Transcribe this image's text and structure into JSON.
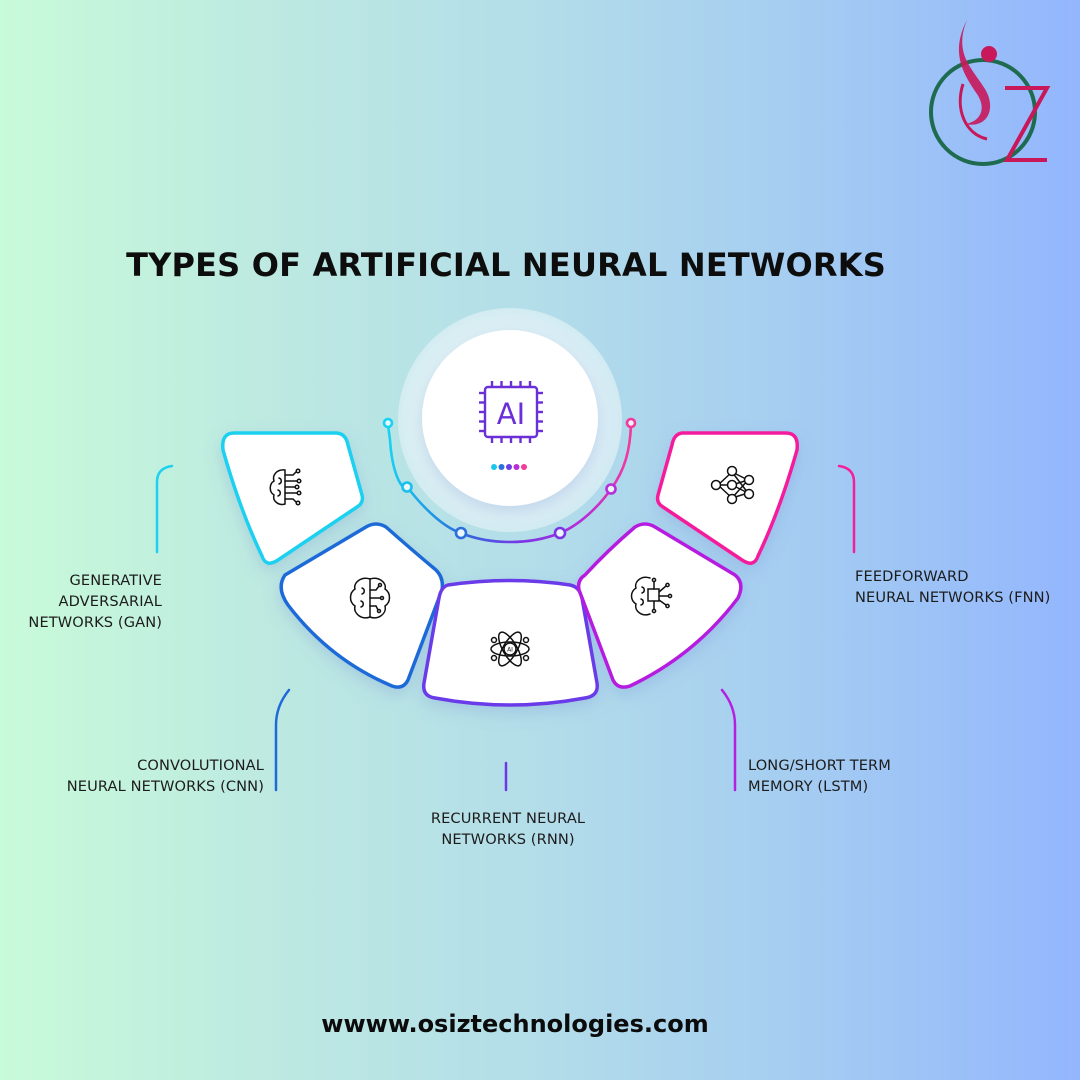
{
  "title": "TYPES OF ARTIFICIAL NEURAL NETWORKS",
  "website": "wwww.osiztechnologies.com",
  "logo": {
    "icon": "osiz-logo-icon",
    "letters": "OSZ",
    "colors": {
      "ring": "#1f6b4f",
      "figure": "#c8185a"
    }
  },
  "center": {
    "icon": "ai-chip-icon",
    "chip_text": "AI",
    "chip_color": "#6a2fd6",
    "dots": [
      "#19c7ee",
      "#2a6fdc",
      "#6a3ee0",
      "#b42fd8",
      "#ef3d9a"
    ]
  },
  "network_types": [
    {
      "id": "gan",
      "label": "GENERATIVE\nADVERSARIAL\nNETWORKS (GAN)",
      "icon": "brain-circuit-icon",
      "color": "#1fd0f0"
    },
    {
      "id": "cnn",
      "label": "CONVOLUTIONAL\nNEURAL NETWORKS (CNN)",
      "icon": "brain-half-circuit-icon",
      "color": "#1f6ad8"
    },
    {
      "id": "rnn",
      "label": "RECURRENT NEURAL\nNETWORKS (RNN)",
      "icon": "atom-ai-icon",
      "color": "#6b3ae8"
    },
    {
      "id": "lstm",
      "label": "LONG/SHORT TERM\nMEMORY (LSTM)",
      "icon": "brain-chip-icon",
      "color": "#b51fe0"
    },
    {
      "id": "fnn",
      "label": "FEEDFORWARD\nNEURAL NETWORKS (FNN)",
      "icon": "neural-network-icon",
      "color": "#f41f9c"
    }
  ]
}
